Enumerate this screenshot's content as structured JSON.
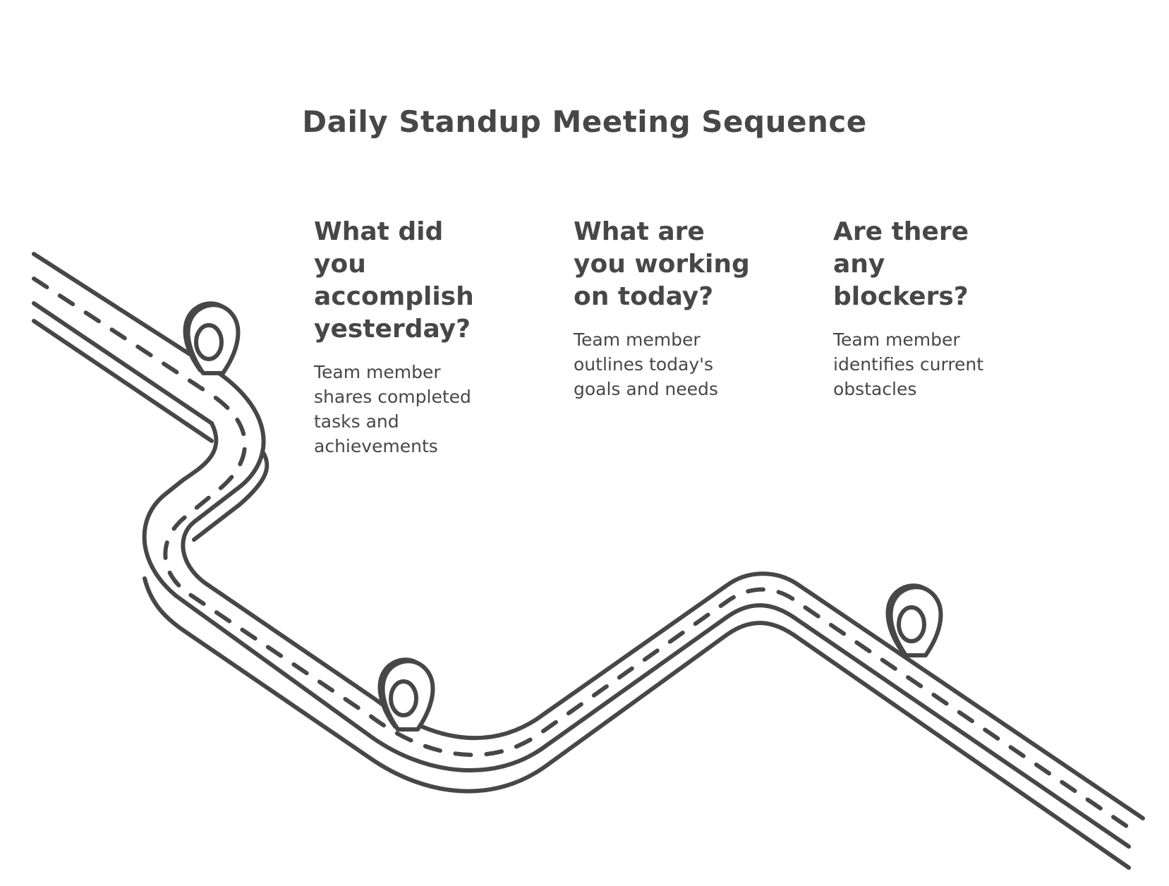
{
  "title": "Daily Standup Meeting Sequence",
  "steps": [
    {
      "heading": "What did you accomplish yesterday?",
      "description": "Team member shares completed tasks and achievements"
    },
    {
      "heading": "What are you working on today?",
      "description": "Team member outlines today's goals and needs"
    },
    {
      "heading": "Are there any blockers?",
      "description": "Team member identifies current obstacles"
    }
  ],
  "colors": {
    "ink": "#474747",
    "background": "#ffffff"
  },
  "icons": {
    "marker": "location-pin-icon",
    "road": "winding-road"
  }
}
